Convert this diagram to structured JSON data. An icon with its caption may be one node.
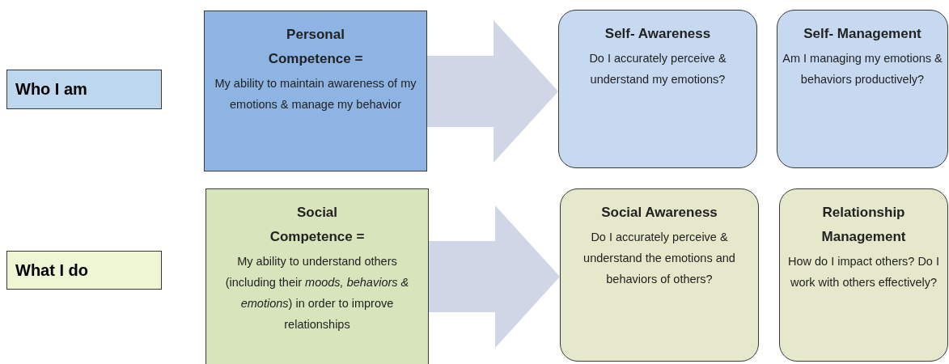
{
  "diagram": {
    "nodes": [
      {
        "text": [
          "Who I am"
        ]
      },
      {
        "text": [
          "Personal Competence =",
          "My ability to maintain awareness of my emotions & manage my behavior"
        ]
      },
      {
        "text": [
          "Self- Awareness",
          "Do I accurately perceive & understand my emotions?"
        ]
      },
      {
        "text": [
          "Self- Management",
          "Am I managing my emotions & behaviors productively?"
        ]
      },
      {
        "text": [
          "What I do"
        ]
      },
      {
        "text": [
          "Social Competence =",
          "My ability to understand others (including their *moods, behaviors & emotions*) in order to improve relationships"
        ]
      },
      {
        "text": [
          "Social Awareness",
          "Do I accurately perceive & understand the emotions and behaviors of others?"
        ]
      },
      {
        "text": [
          "Relationship Management",
          "How do I impact others? Do I work with others effectively?"
        ]
      }
    ],
    "edges": [
      {
        "from": 1,
        "to": 2,
        "arrow": "to",
        "style": "thick"
      },
      {
        "from": 5,
        "to": 6,
        "arrow": "to",
        "style": "thick"
      }
    ]
  }
}
